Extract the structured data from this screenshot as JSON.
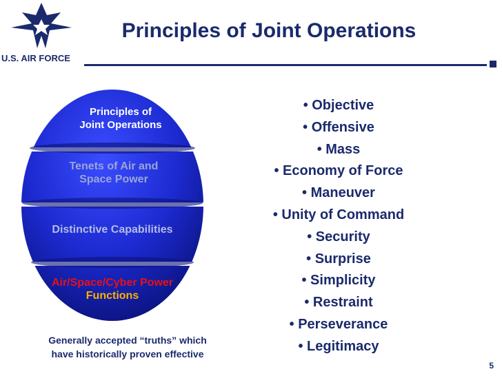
{
  "logo": {
    "text": "U.S. AIR FORCE"
  },
  "title": "Principles of Joint Operations",
  "sphere": {
    "band1": [
      "Principles of",
      "Joint Operations"
    ],
    "band2": [
      "Tenets of Air and",
      "Space Power"
    ],
    "band3": "Distinctive Capabilities",
    "band4": [
      "Air/Space/Cyber Power",
      "Functions"
    ]
  },
  "caption": [
    "Generally accepted “truths” which",
    "have historically proven effective"
  ],
  "principles": [
    "• Objective",
    "• Offensive",
    "• Mass",
    "• Economy of Force",
    "• Maneuver",
    "• Unity of Command",
    "• Security",
    "• Surprise",
    "• Simplicity",
    "• Restraint",
    "• Perseverance",
    "• Legitimacy"
  ],
  "page_number": "5",
  "colors": {
    "navy": "#1a2a6c",
    "sphere_blue": "#1c2ad0",
    "red": "#e8101a",
    "orange": "#ffb000"
  }
}
